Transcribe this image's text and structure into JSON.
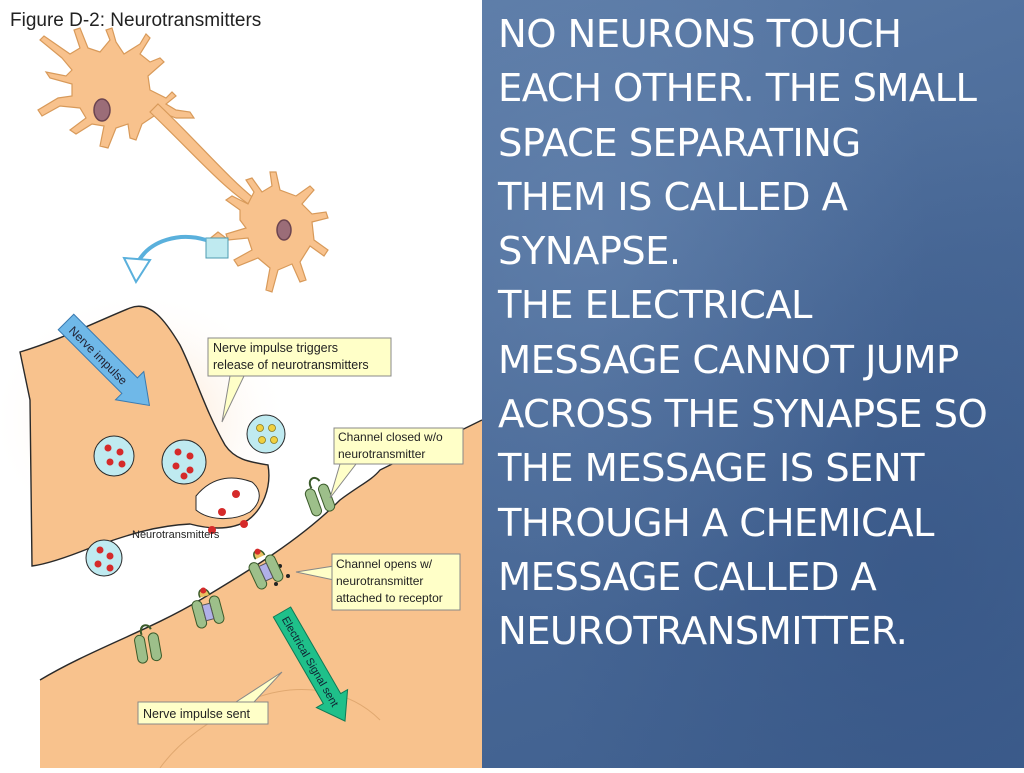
{
  "figure": {
    "title": "Figure D-2: Neurotransmitters",
    "labels": {
      "nerve_impulse": "Nerve impulse",
      "release_line1": "Nerve impulse triggers",
      "release_line2": "release of neurotransmitters",
      "closed_line1": "Channel closed w/o",
      "closed_line2": "neurotransmitter",
      "neurotransmitters": "Neurotransmitters",
      "opens_line1": "Channel opens w/",
      "opens_line2": "neurotransmitter",
      "opens_line3": "attached to receptor",
      "electrical_signal": "Electrical Signal sent",
      "impulse_sent": "Nerve impulse sent"
    }
  },
  "slide": {
    "lines": [
      "NO NEURONS TOUCH",
      "EACH OTHER. THE SMALL",
      "SPACE SEPARATING",
      "THEM IS CALLED A",
      "SYNAPSE.",
      "THE ELECTRICAL",
      "MESSAGE CANNOT JUMP",
      "ACROSS THE SYNAPSE SO",
      "THE MESSAGE IS SENT",
      "THROUGH A CHEMICAL",
      "MESSAGE CALLED A",
      "NEUROTRANSMITTER."
    ]
  },
  "colors": {
    "neuron_fill": "#f8c28d",
    "nucleus": "#9b6d78",
    "vesicle": "#bfeaf0",
    "neurotransmitter_red": "#d52a2a",
    "neurotransmitter_yellow": "#f0d040",
    "receptor_green": "#9dbf8a",
    "label_fill": "#ffffc8",
    "arrow_blue": "#6fb8e8",
    "arrow_green": "#1fc08a",
    "panel_blue": "#4a6a98"
  }
}
